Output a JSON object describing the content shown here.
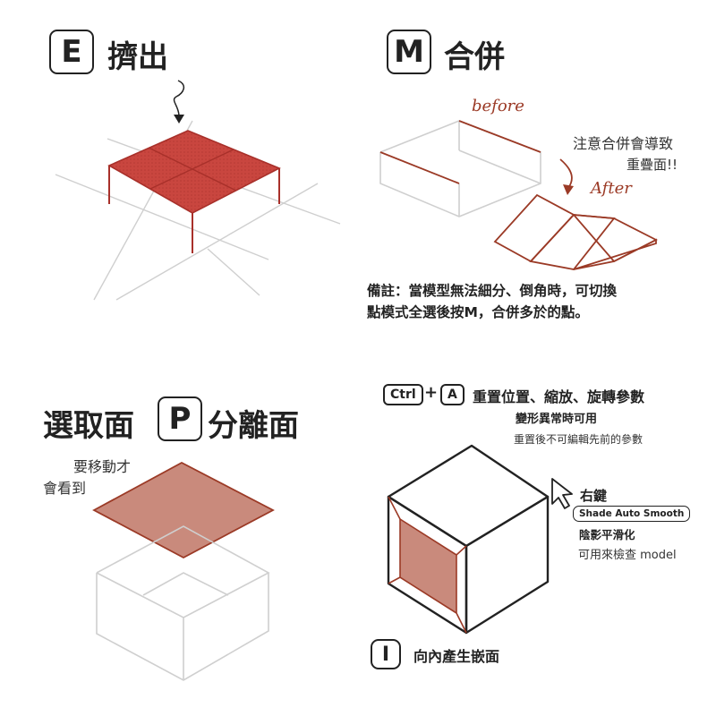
{
  "extrude": {
    "key": "E",
    "label": "擠出"
  },
  "merge": {
    "key": "M",
    "label": "合併",
    "before_label": "before",
    "after_label": "After",
    "warning_line1": "注意合併會導致",
    "warning_line2": "重疊面!!",
    "note_line1": "備註：當模型無法細分、倒角時，可切換",
    "note_line2": "點模式全選後按M，合併多於的點。"
  },
  "separate": {
    "prefix": "選取面",
    "key": "P",
    "suffix": "分離面",
    "hint_line1": "要移動才",
    "hint_line2": "會看到"
  },
  "reset": {
    "ctrl_key": "Ctrl",
    "plus": "+",
    "a_key": "A",
    "title": "重置位置、縮放、旋轉參數",
    "subtitle": "變形異常時可用",
    "hint": "重置後不可編輯先前的參數"
  },
  "shade": {
    "label": "右鍵",
    "pill": "Shade Auto Smooth",
    "desc": "陰影平滑化",
    "hint": "可用來檢查 model"
  },
  "inset": {
    "key": "I",
    "label": "向內產生嵌面"
  },
  "colors": {
    "accent": "#b33a2e",
    "face_fill": "#c9463f",
    "face_fill_soft": "#c98a7c",
    "line_gray": "#cfcfcf",
    "line_dark": "#222222"
  }
}
